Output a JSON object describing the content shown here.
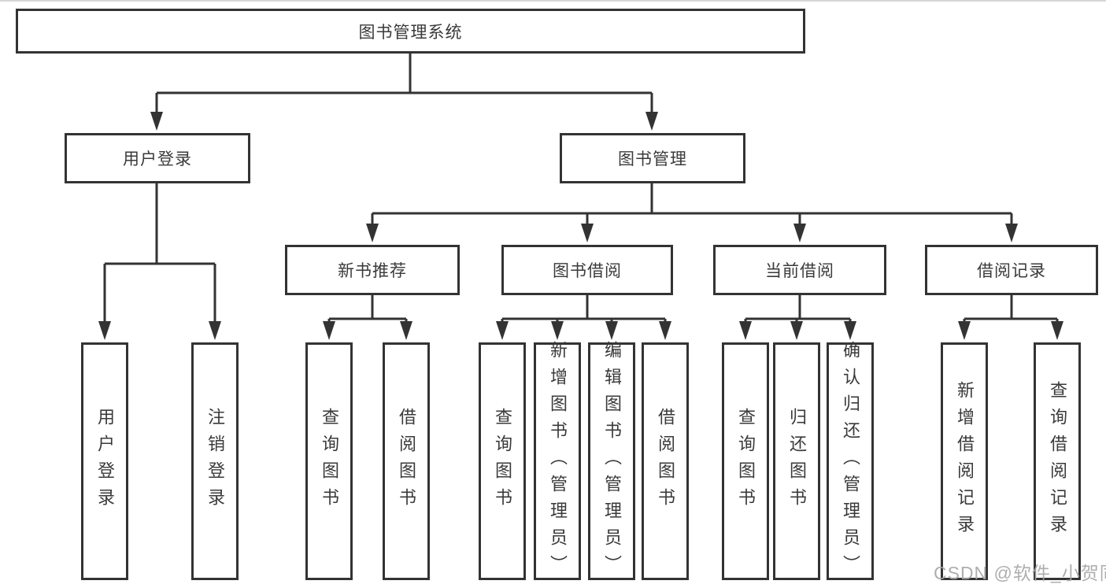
{
  "colors": {
    "line": "#333333",
    "box_border": "#333333",
    "text": "#3a3a3a",
    "background": "#ffffff",
    "watermark": "#a5a5a5"
  },
  "watermark": {
    "text": "CSDN @软件_小贺同学"
  },
  "tree": {
    "root": {
      "label": "图书管理系统",
      "children": [
        {
          "label": "用户登录",
          "children": [
            {
              "label": "用户登录"
            },
            {
              "label": "注销登录"
            }
          ]
        },
        {
          "label": "图书管理",
          "children": [
            {
              "label": "新书推荐",
              "children": [
                {
                  "label": "查询图书"
                },
                {
                  "label": "借阅图书"
                }
              ]
            },
            {
              "label": "图书借阅",
              "children": [
                {
                  "label": "查询图书"
                },
                {
                  "label": "新增图书（管理员）"
                },
                {
                  "label": "编辑图书（管理员）"
                },
                {
                  "label": "借阅图书"
                }
              ]
            },
            {
              "label": "当前借阅",
              "children": [
                {
                  "label": "查询图书"
                },
                {
                  "label": "归还图书"
                },
                {
                  "label": "确认归还（管理员）"
                }
              ]
            },
            {
              "label": "借阅记录",
              "children": [
                {
                  "label": "新增借阅记录"
                },
                {
                  "label": "查询借阅记录"
                }
              ]
            }
          ]
        }
      ]
    }
  }
}
